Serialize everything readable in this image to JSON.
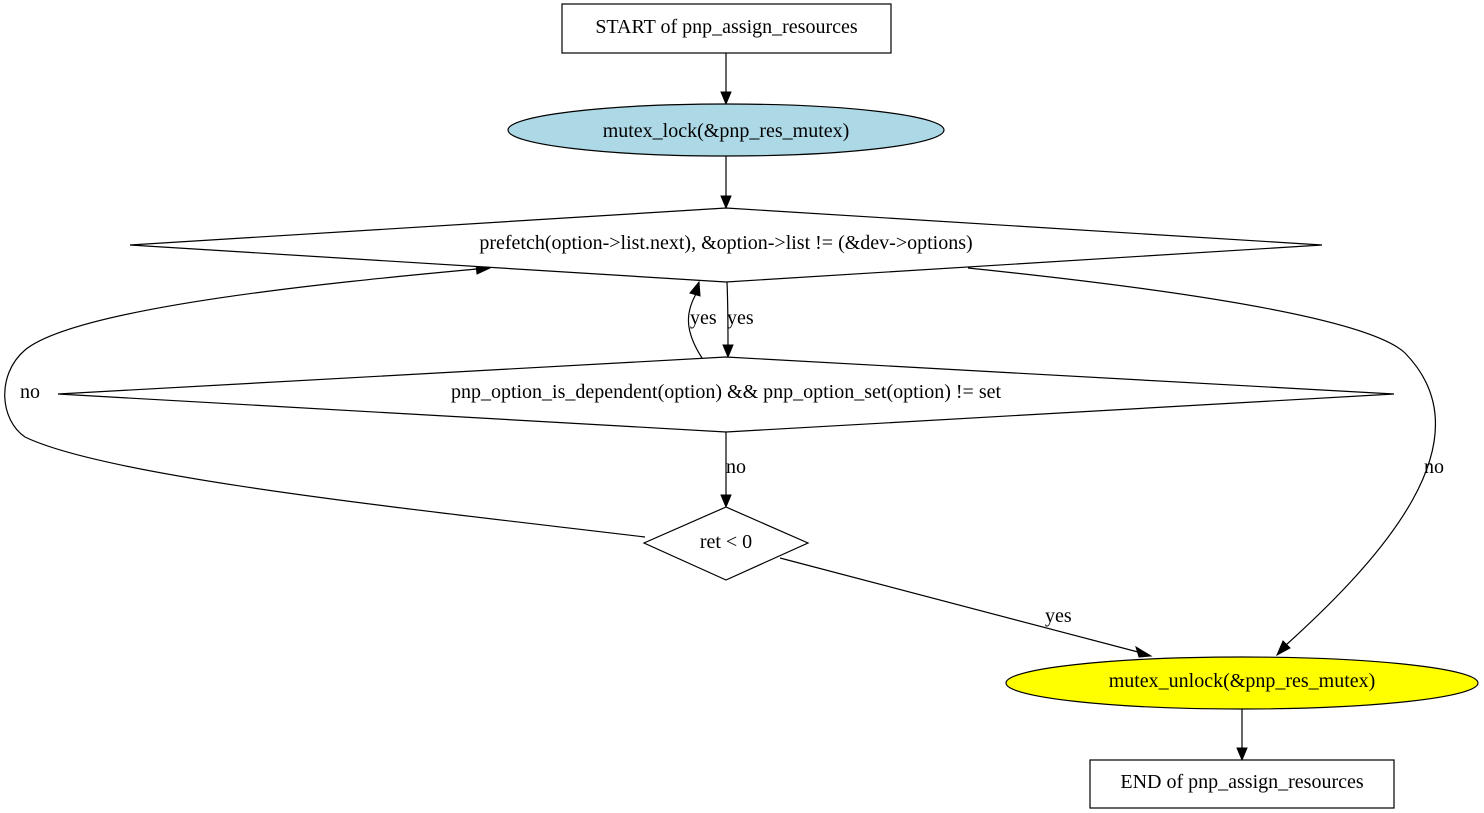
{
  "nodes": {
    "start": {
      "label": "START of pnp_assign_resources",
      "shape": "box",
      "fill": "#ffffff"
    },
    "lock": {
      "label": "mutex_lock(&pnp_res_mutex)",
      "shape": "ellipse",
      "fill": "#add8e6"
    },
    "loop_cond": {
      "label": "prefetch(option->list.next), &option->list != (&dev->options)",
      "shape": "diamond",
      "fill": "#ffffff"
    },
    "dep_cond": {
      "label": "pnp_option_is_dependent(option) && pnp_option_set(option) != set",
      "shape": "diamond",
      "fill": "#ffffff"
    },
    "ret_cond": {
      "label": "ret < 0",
      "shape": "diamond",
      "fill": "#ffffff"
    },
    "unlock": {
      "label": "mutex_unlock(&pnp_res_mutex)",
      "shape": "ellipse",
      "fill": "#ffff00"
    },
    "end": {
      "label": "END of pnp_assign_resources",
      "shape": "box",
      "fill": "#ffffff"
    }
  },
  "edges": {
    "start_to_lock": {
      "label": ""
    },
    "lock_to_loop": {
      "label": ""
    },
    "loop_yes_to_dep": {
      "label": "yes"
    },
    "dep_yes_to_loop": {
      "label": "yes"
    },
    "dep_no_to_ret": {
      "label": "no"
    },
    "ret_no_to_loop": {
      "label": "no"
    },
    "loop_no_to_unlock": {
      "label": "no"
    },
    "ret_yes_to_unlock": {
      "label": "yes"
    },
    "unlock_to_end": {
      "label": ""
    }
  }
}
